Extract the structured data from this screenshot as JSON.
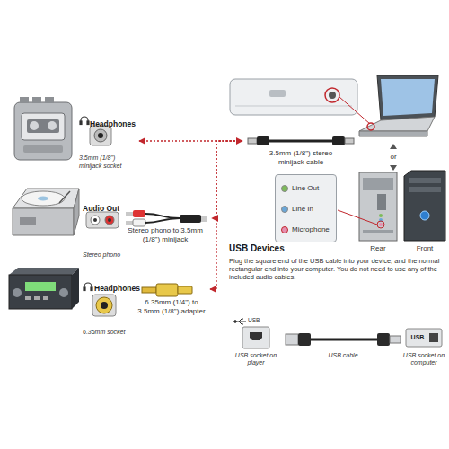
{
  "diagram": {
    "nodes": [
      {
        "text": [
          "Headphones",
          "3.5mm (1/8\") minijack socket"
        ]
      },
      {
        "text": [
          "Audio Out",
          "Stereo phono"
        ]
      },
      {
        "text": [
          "Headphones",
          "6.35mm socket"
        ]
      },
      {
        "text": [
          "3.5mm (1/8\") stereo minijack cable"
        ]
      },
      {
        "text": [
          "Stereo phono to 3.5mm (1/8\") minijack"
        ]
      },
      {
        "text": [
          "6.35mm (1/4\") to 3.5mm (1/8\") adapter"
        ]
      },
      {
        "text": [
          "Line Out",
          "Line In",
          "Microphone"
        ]
      }
    ],
    "edges": [
      {
        "from": 0,
        "to": 3,
        "arrow": "both"
      },
      {
        "from": 3,
        "to": 4,
        "arrow": "to"
      },
      {
        "from": 3,
        "to": 5,
        "arrow": "to"
      }
    ],
    "labels": [
      "or",
      "Rear",
      "Front",
      "USB Devices",
      "Plug the square end of the USB cable into your device, and the normal rectangular end into your computer. You do not need to use any of the included audio cables.",
      "USB",
      "USB socket on player",
      "USB cable",
      "USB",
      "USB socket on computer"
    ]
  }
}
